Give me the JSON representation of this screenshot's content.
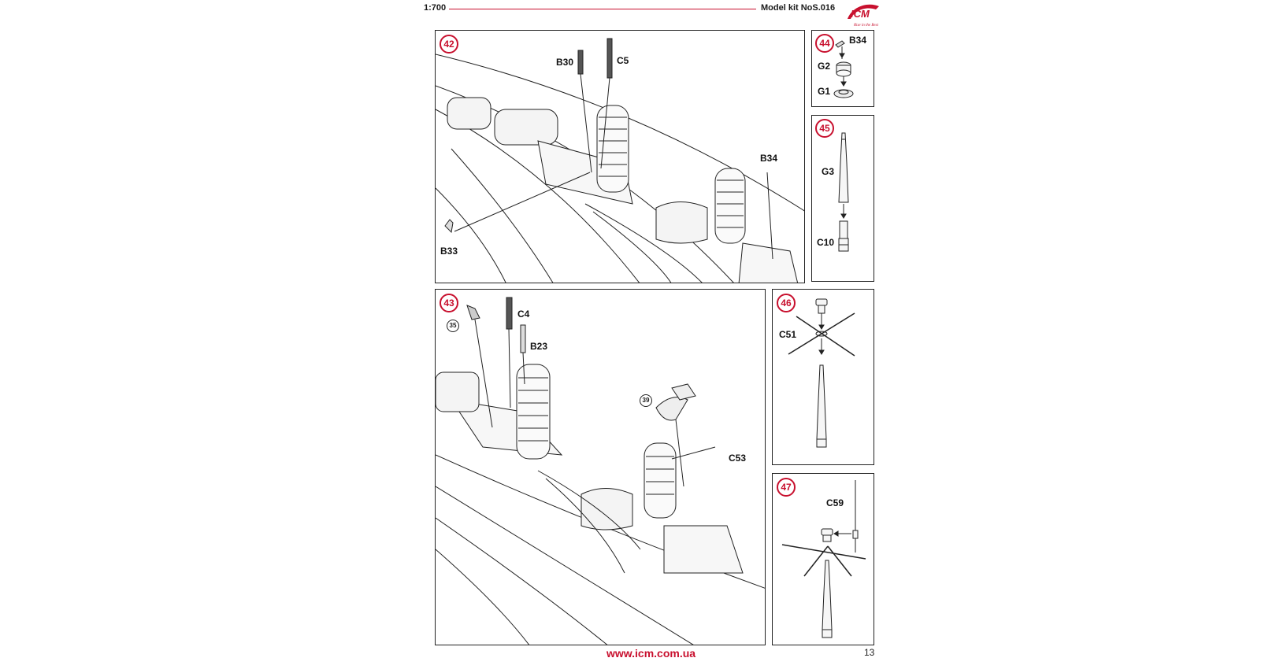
{
  "header": {
    "scale": "1:700",
    "kit_label": "Model kit NoS.016",
    "brand": "ICM",
    "tagline": "Rise in the Best"
  },
  "accent_color": "#c8102e",
  "steps": [
    {
      "number": "42",
      "parts": [
        "B30",
        "C5",
        "B34",
        "B33"
      ]
    },
    {
      "number": "43",
      "parts": [
        "C4",
        "B23",
        "C53"
      ],
      "refs": [
        "35",
        "39"
      ]
    },
    {
      "number": "44",
      "parts": [
        "B34",
        "G2",
        "G1"
      ]
    },
    {
      "number": "45",
      "parts": [
        "G3",
        "C10"
      ]
    },
    {
      "number": "46",
      "parts": [
        "C51"
      ]
    },
    {
      "number": "47",
      "parts": [
        "C59"
      ]
    }
  ],
  "footer": {
    "url": "www.icm.com.ua",
    "page_number": "13"
  }
}
